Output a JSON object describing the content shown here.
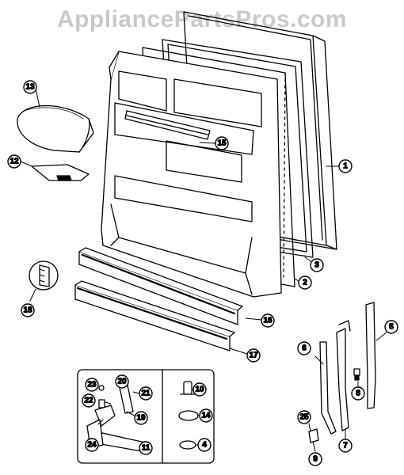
{
  "watermark": "AppliancePartsPros.com",
  "callouts": {
    "c1": "1",
    "c2": "2",
    "c3": "3",
    "c4": "4",
    "c5": "5",
    "c6": "6",
    "c7": "7",
    "c8": "8",
    "c9": "9",
    "c10": "10",
    "c11": "11",
    "c12": "12",
    "c13": "13",
    "c14": "14",
    "c15": "15",
    "c16": "16",
    "c17": "17",
    "c18": "18",
    "c19": "19",
    "c20": "20",
    "c21": "21",
    "c22": "22",
    "c23": "23",
    "c24": "24",
    "c25": "25"
  }
}
